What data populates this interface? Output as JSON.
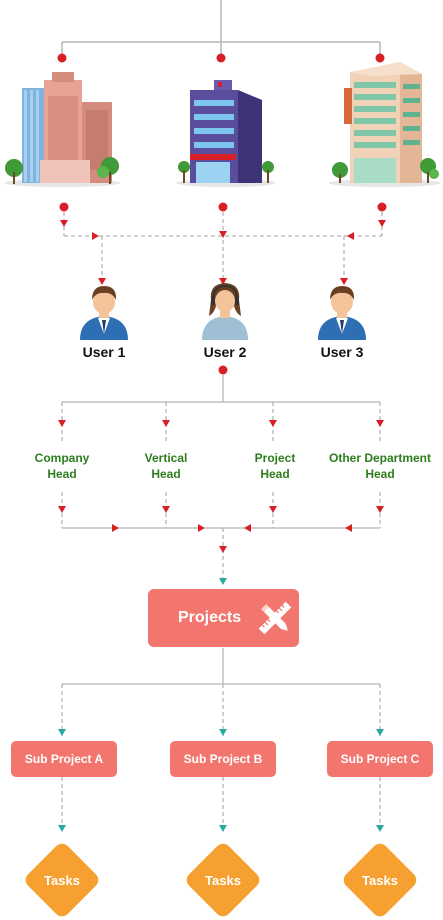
{
  "users": [
    {
      "label": "User 1",
      "avatar": "male-user-icon"
    },
    {
      "label": "User 2",
      "avatar": "female-user-headset-icon"
    },
    {
      "label": "User 3",
      "avatar": "male-user-icon"
    }
  ],
  "departments": [
    {
      "label": "Company\nHead"
    },
    {
      "label": "Vertical\nHead"
    },
    {
      "label": "Project\nHead"
    },
    {
      "label": "Other Department\nHead"
    }
  ],
  "projects": {
    "label": "Projects",
    "icon": "pencil-ruler-icon"
  },
  "sub_projects": [
    {
      "label": "Sub Project A"
    },
    {
      "label": "Sub Project B"
    },
    {
      "label": "Sub Project C"
    }
  ],
  "tasks": [
    {
      "label": "Tasks"
    },
    {
      "label": "Tasks"
    },
    {
      "label": "Tasks"
    }
  ],
  "colors": {
    "accent": "#f2766d",
    "node": "#d81f26",
    "arrow_teal": "#2aa9a0",
    "task": "#f5a030",
    "dept_text": "#2e7d1e",
    "line": "#b5b5b5"
  }
}
